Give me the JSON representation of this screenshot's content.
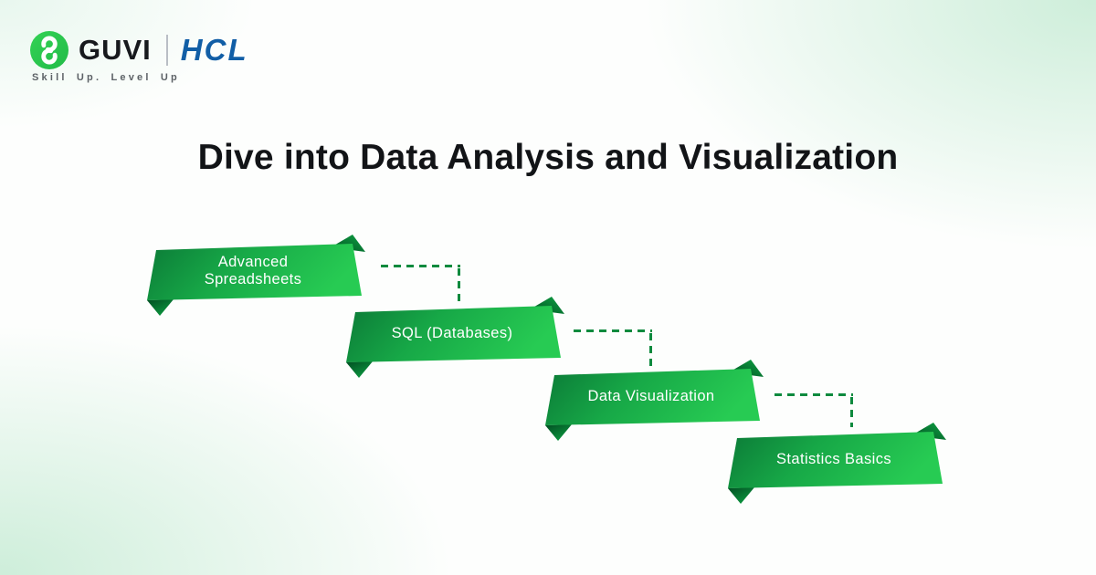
{
  "brand": {
    "name": "GUVI",
    "partner": "HCL",
    "tagline": "Skill Up. Level Up",
    "icon": "guvi-g-icon",
    "icon_color": "#2dc84e",
    "partner_color": "#115ea6"
  },
  "title": "Dive into Data Analysis and Visualization",
  "steps": [
    {
      "label": "Advanced Spreadsheets"
    },
    {
      "label": "SQL (Databases)"
    },
    {
      "label": "Data Visualization"
    },
    {
      "label": "Statistics Basics"
    }
  ],
  "colors": {
    "background_tint": "#cbedd8",
    "ribbon_dark": "#0b7a37",
    "ribbon_mid": "#17a847",
    "ribbon_bright": "#27cb53",
    "fold_dark": "#024d22",
    "connector": "#0d8a3e",
    "title_text": "#121417",
    "step_text": "#ffffff",
    "tagline_text": "#5d6267"
  }
}
